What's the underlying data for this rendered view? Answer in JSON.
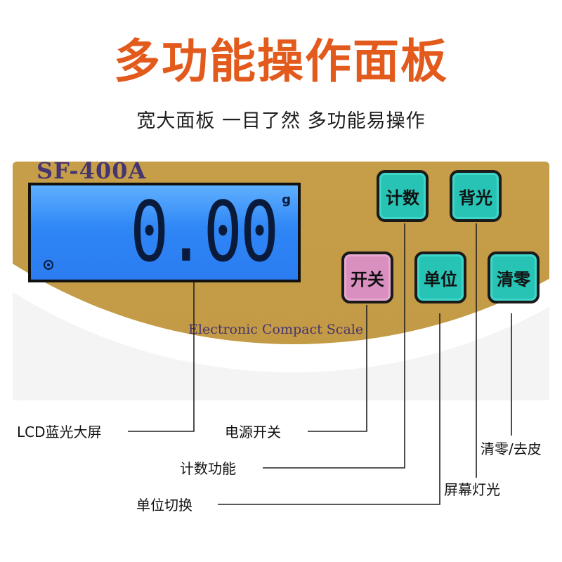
{
  "headline": "多功能操作面板",
  "subline": "宽大面板 一目了然 多功能易操作",
  "scale": {
    "model": "SF-400A",
    "brand": "Electronic Compact Scale",
    "lcd_reading": "0.00",
    "lcd_unit": "g",
    "colors": {
      "panel_gold": "#c9a450",
      "lcd_blue": "#2f86f5",
      "button_cyan": "#27c4b6",
      "button_pink": "#d98fbf",
      "headline_orange": "#e25a1c"
    }
  },
  "buttons": {
    "count": "计数",
    "backlight": "背光",
    "power": "开关",
    "unit": "单位",
    "tare": "清零"
  },
  "callouts": {
    "lcd": "LCD蓝光大屏",
    "power": "电源开关",
    "count": "计数功能",
    "unit": "单位切换",
    "tare": "清零/去皮",
    "backlight": "屏幕灯光"
  }
}
